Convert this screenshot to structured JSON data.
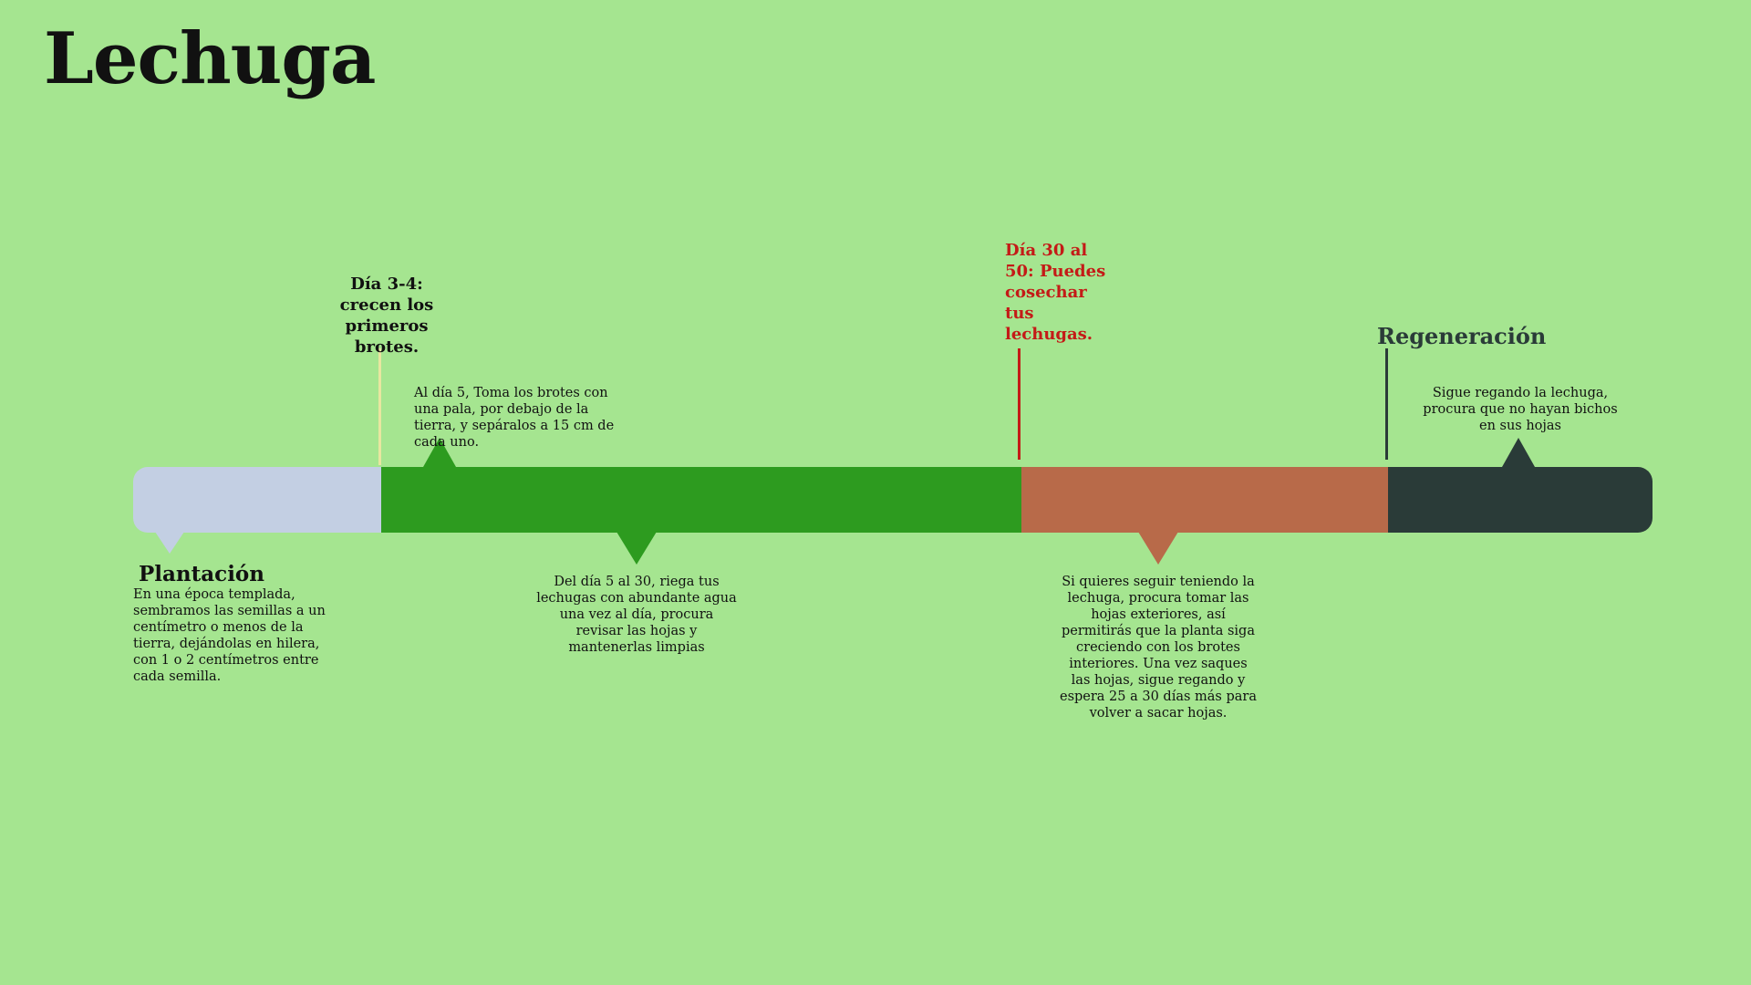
{
  "title": "Lechuga",
  "colors": {
    "background": "#a5e590",
    "stage_1": "#c3cfe3",
    "stage_2": "#2d9b1f",
    "stage_3": "#b86a49",
    "stage_4": "#2a3b38",
    "highlight_text": "#c41a17",
    "line_1": "#e8e6a0"
  },
  "stages": [
    {
      "heading": "Plantación",
      "description": "En una época templada, sembramos las semillas a un centímetro o menos de la tierra, dejándolas en hilera, con 1 o 2 centímetros entre cada semilla."
    },
    {
      "heading": "Día 3-4: crecen los primeros brotes.",
      "description": "Al día 5, Toma los brotes con una pala, por debajo de la tierra, y sepáralos a 15 cm de cada uno."
    },
    {
      "description": "Del día 5 al 30, riega tus lechugas con abundante agua una vez al día, procura revisar las hojas y mantenerlas limpias"
    },
    {
      "heading": "Día 30 al 50: Puedes cosechar tus lechugas.",
      "description": "Si quieres seguir teniendo la lechuga, procura tomar las hojas exteriores, así permitirás que la planta siga creciendo con los brotes interiores. Una vez saques las hojas, sigue regando y espera 25 a 30 días más para volver a sacar hojas."
    },
    {
      "heading": "Regeneración",
      "description": "Sigue regando la lechuga, procura que no hayan bichos en sus hojas"
    }
  ]
}
